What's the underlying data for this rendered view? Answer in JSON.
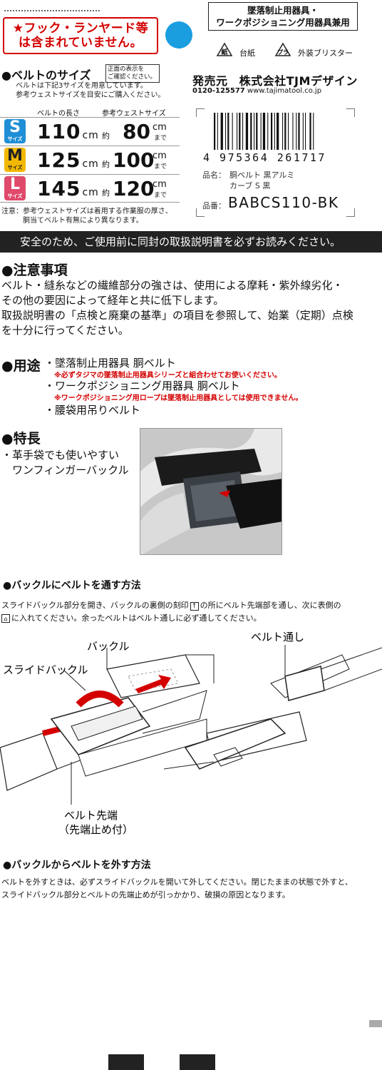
{
  "warning": {
    "line1": "★フック・ランヤード等",
    "line2": "は含まれていません。"
  },
  "category": {
    "line1": "墜落制止用器具・",
    "line2": "ワークポジショニング用器具兼用"
  },
  "recycle": {
    "paper_mark": "紙",
    "paper_label": "台紙",
    "plastic_mark": "プラ",
    "plastic_label": "外装ブリスター"
  },
  "seller": {
    "label": "発売元",
    "name": "株式会社TJMデザイン",
    "phone": "0120-125577",
    "url": "www.tajimatool.co.jp"
  },
  "barcode": {
    "number": "4 975364 261717"
  },
  "product": {
    "name_label": "品名：",
    "name_line1": "胴ベルト 黒アルミ",
    "name_line2": "カーブ S 黒",
    "code_label": "品番：",
    "code": "BABCS110-BK"
  },
  "size": {
    "title": "●ベルトのサイズ",
    "note_line1": "正面の表示を",
    "note_line2": "ご確認ください。",
    "sub_line1": "ベルトは下記3サイズを用意しています。",
    "sub_line2": "参考ウェストサイズを目安にご購入ください。",
    "head_length": "ベルトの長さ",
    "head_waist": "参考ウェストサイズ",
    "approx": "約",
    "unit_cm": "cm",
    "made": "まで",
    "size_word": "サイズ",
    "rows": [
      {
        "letter": "S",
        "length": "110",
        "waist": "80",
        "color": "#1e8fd6"
      },
      {
        "letter": "M",
        "length": "125",
        "waist": "100",
        "color": "#f2b800"
      },
      {
        "letter": "L",
        "length": "145",
        "waist": "120",
        "color": "#e04a6a"
      }
    ],
    "foot_line1": "注意：参考ウェストサイズは着用する作業服の厚さ、",
    "foot_line2": "胴当てベルト有無により異なります。"
  },
  "banner": "安全のため、ご使用前に同封の取扱説明書を必ずお読みください。",
  "caution": {
    "title": "●注意事項",
    "line1": "ベルト・縫糸などの繊維部分の強さは、使用による摩耗・紫外線劣化・",
    "line2": "その他の要因によって経年と共に低下します。",
    "line3": "取扱説明書の「点検と廃棄の基準」の項目を参照して、始業（定期）点検",
    "line4": "を十分に行ってください。"
  },
  "use": {
    "title": "●用途",
    "item1": "・墜落制止用器具 胴ベルト",
    "note1": "※必ずタジマの墜落制止用器具シリーズと組合わせてお使いください。",
    "item2": "・ワークポジショニング用器具 胴ベルト",
    "note2": "※ワークポジショニング用ロープは墜落制止用器具としては使用できません。",
    "item3": "・腰袋用吊りベルト"
  },
  "feature": {
    "title": "●特長",
    "line1": "・革手袋でも使いやすい",
    "line2": "　ワンフィンガーバックル"
  },
  "buckle_thread": {
    "title": "●バックルにベルトを通す方法",
    "line1": "スライドバックル部分を開き、バックルの裏側の刻印",
    "line1b": "の所にベルト先端部を通し、次に表側の",
    "line2a": "に入れてください。余ったベルトはベルト通しに必ず通してください。"
  },
  "diagram": {
    "buckle": "バックル",
    "slide_buckle": "スライドバックル",
    "belt_loop": "ベルト通し",
    "tip_line1": "ベルト先端",
    "tip_line2": "（先端止め付）"
  },
  "buckle_remove": {
    "title": "●バックルからベルトを外す方法",
    "line1": "ベルトを外すときは、必ずスライドバックルを開いて外してください。閉じたままの状態で外すと、",
    "line2": "スライドバックル部分とベルトの先端止めが引っかかり、破損の原因となります。"
  }
}
